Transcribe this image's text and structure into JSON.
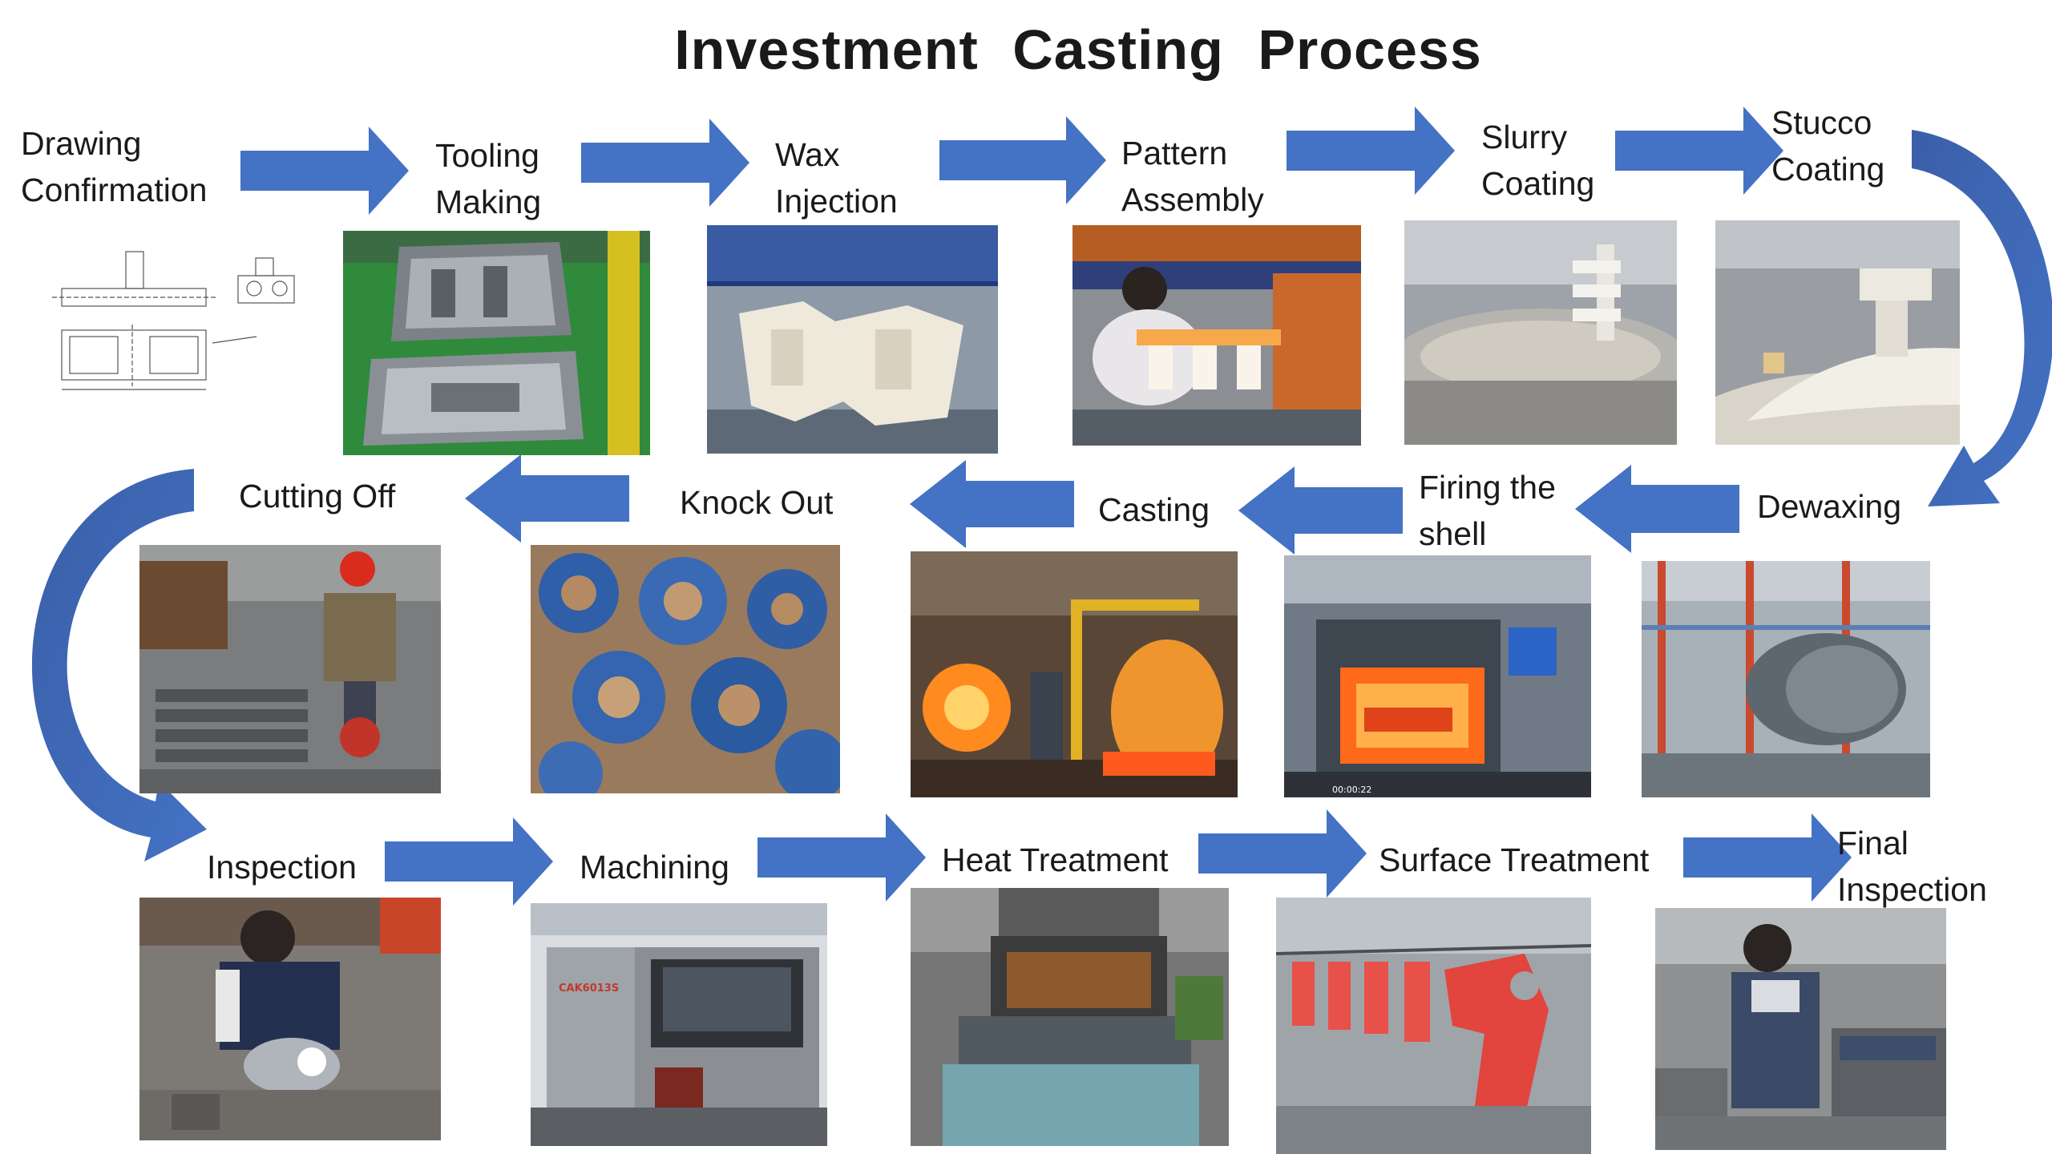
{
  "title": "Investment Casting Process",
  "colors": {
    "arrow": "#4472C4",
    "arrow_dark": "#3a5fa8"
  },
  "steps": [
    {
      "line1": "Drawing",
      "line2": "Confirmation",
      "image": "technical-drawing"
    },
    {
      "line1": "Tooling",
      "line2": "Making",
      "image": "metal-mold-tooling"
    },
    {
      "line1": "Wax",
      "line2": "Injection",
      "image": "wax-pattern"
    },
    {
      "line1": "Pattern",
      "line2": "Assembly",
      "image": "worker-assembling-wax-tree"
    },
    {
      "line1": "Slurry",
      "line2": "Coating",
      "image": "slurry-dip-tank"
    },
    {
      "line1": "Stucco",
      "line2": "Coating",
      "image": "stucco-sand-coating"
    },
    {
      "line1": "Dewaxing",
      "line2": "",
      "image": "dewaxing-autoclave"
    },
    {
      "line1": "Firing the",
      "line2": "shell",
      "image": "shell-firing-furnace"
    },
    {
      "line1": "Casting",
      "line2": "",
      "image": "molten-metal-pouring"
    },
    {
      "line1": "Knock Out",
      "line2": "",
      "image": "knocked-out-castings"
    },
    {
      "line1": "Cutting Off",
      "line2": "",
      "image": "worker-cutting-castings"
    },
    {
      "line1": "Inspection",
      "line2": "",
      "image": "worker-grinding-inspection"
    },
    {
      "line1": "Machining",
      "line2": "",
      "image": "cnc-machine"
    },
    {
      "line1": "Heat Treatment",
      "line2": "",
      "image": "heat-treatment-furnace"
    },
    {
      "line1": "Surface Treatment",
      "line2": "",
      "image": "painted-red-parts"
    },
    {
      "line1": "Final",
      "line2": "Inspection",
      "image": "final-inspection-worker"
    }
  ],
  "photo_texts": {
    "machine_brand": "CAK6013S",
    "video_timestamp": "00:00:22"
  }
}
